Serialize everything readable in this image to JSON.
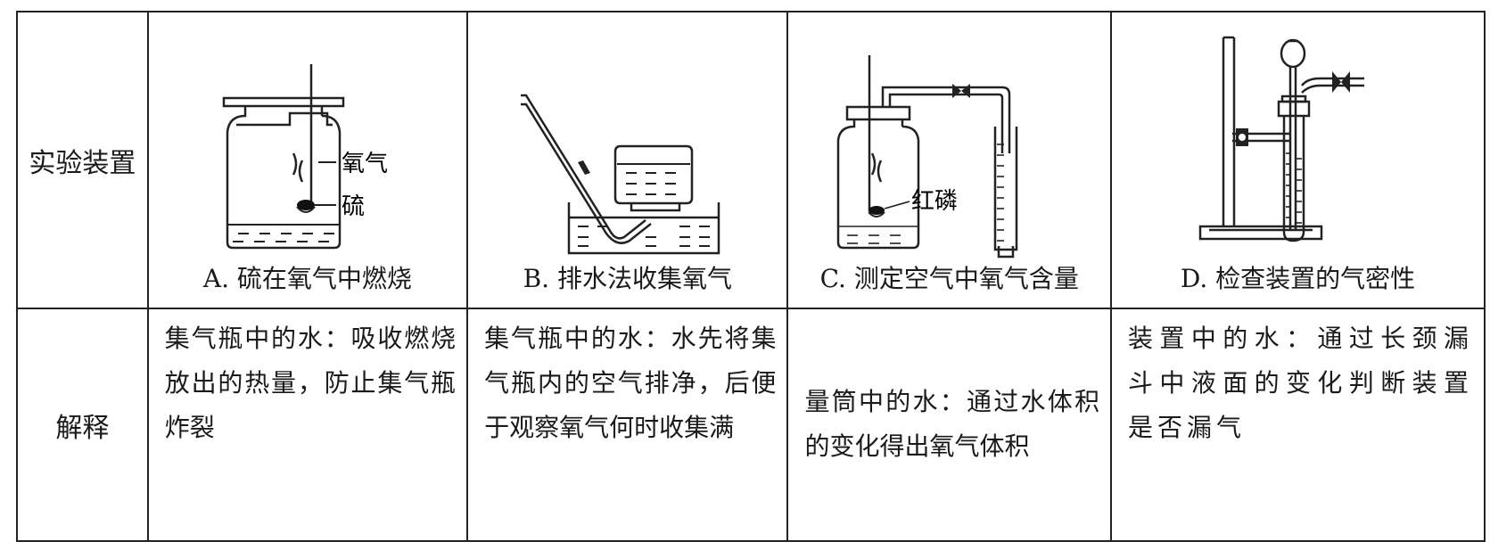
{
  "row_labels": {
    "apparatus": "实验装置",
    "explanation": "解释"
  },
  "experiments": [
    {
      "caption": "A. 硫在氧气中燃烧",
      "labels": [
        "氧气",
        "硫"
      ],
      "explanation": "集气瓶中的水：吸收燃烧放出的热量，防止集气瓶炸裂"
    },
    {
      "caption": "B. 排水法收集氧气",
      "labels": [],
      "explanation": "集气瓶中的水：水先将集气瓶内的空气排净，后便于观察氧气何时收集满"
    },
    {
      "caption": "C. 测定空气中氧气含量",
      "labels": [
        "红磷"
      ],
      "explanation": "量筒中的水：通过水体积的变化得出氧气体积"
    },
    {
      "caption": "D. 检查装置的气密性",
      "labels": [],
      "explanation": "装置中的水：通过长颈漏斗中液面的变化判断装置是否漏气"
    }
  ]
}
